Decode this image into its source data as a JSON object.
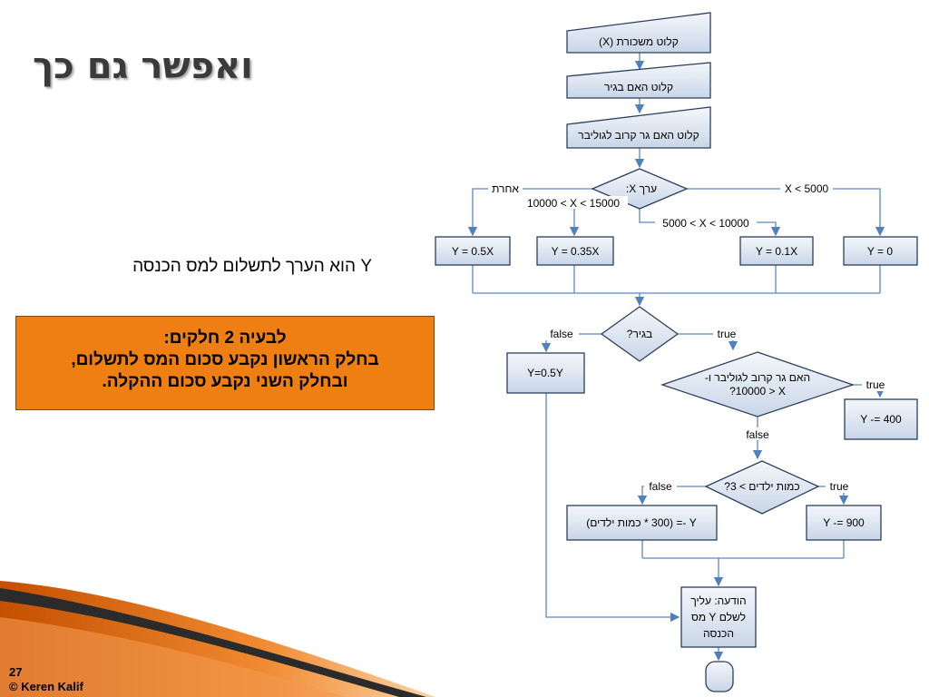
{
  "slide": {
    "title": "ואפשר גם כך",
    "y_text": "Y הוא הערך לתשלום למס הכנסה",
    "box_line1": "לבעיה 2 חלקים:",
    "box_line2": "בחלק הראשון נקבע סכום המס לתשלום,",
    "box_line3": "ובחלק השני נקבע סכום ההקלה.",
    "page_number": "27",
    "copyright": "© Keren Kalif"
  },
  "flowchart": {
    "input_salary": "קלוט משכורת (X)",
    "input_adult": "קלוט האם בגיר",
    "input_near": "קלוט האם גר קרוב לגוליבר",
    "switch_x": "ערך X:",
    "cond_other": "אחרת",
    "cond_10000_15000": "10000 < X < 15000",
    "cond_5000_10000": "5000 < X < 10000",
    "cond_lt_5000": "X < 5000",
    "y_05": "Y = 0.5X",
    "y_035": "Y = 0.35X",
    "y_01": "Y = 0.1X",
    "y_0": "Y = 0",
    "adult_q": "בגיר?",
    "false_label": "false",
    "true_label": "true",
    "y_half": "Y=0.5Y",
    "near_q_line1": "האם גר קרוב לגוליבר ו-",
    "near_q_line2": "?10000 > X",
    "y_minus_400": "Y -= 400",
    "kids_q": "כמות ילדים > 3?",
    "y_minus_kids": "Y -= (300 * כמות ילדים)",
    "y_minus_900": "Y -= 900",
    "msg_line1": "הודעה: עליך",
    "msg_line2": "לשלם Y מס",
    "msg_line3": "הכנסה"
  }
}
